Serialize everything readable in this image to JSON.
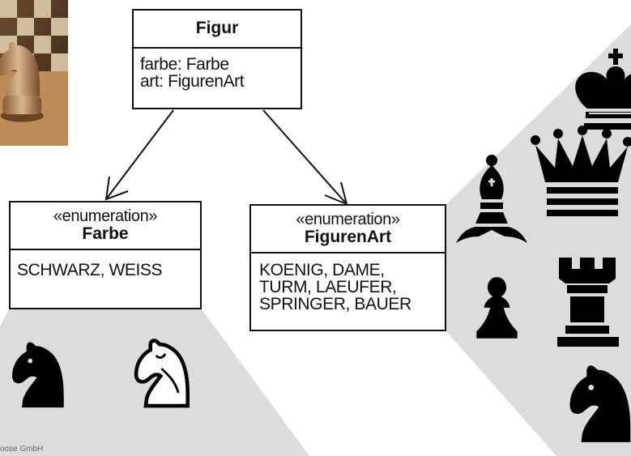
{
  "diagram": {
    "classes": {
      "figur": {
        "name": "Figur",
        "attributes": "farbe: Farbe\nart: FigurenArt"
      },
      "farbe": {
        "stereotype": "«enumeration»",
        "name": "Farbe",
        "literals": "SCHWARZ, WEISS"
      },
      "figurenart": {
        "stereotype": "«enumeration»",
        "name": "FigurenArt",
        "literals": "KOENIG, DAME,\nTURM, LAEUFER,\nSPRINGER, BAUER"
      }
    },
    "associations": [
      {
        "from": "Figur",
        "to": "Farbe",
        "kind": "navigable-association"
      },
      {
        "from": "Figur",
        "to": "FigurenArt",
        "kind": "navigable-association"
      }
    ]
  },
  "illustrations": {
    "photo": "chessboard-knight-photo",
    "farbe_pieces": [
      "black-knight-icon",
      "white-knight-icon"
    ],
    "figurenart_pieces": [
      "king-icon",
      "bishop-icon",
      "queen-icon",
      "pawn-icon",
      "rook-icon",
      "knight-icon"
    ]
  },
  "footer": {
    "copyright": "oose GmbH"
  },
  "colors": {
    "line": "#111111",
    "panel": "#dcdcdc",
    "piece_black": "#000000",
    "piece_white": "#ffffff"
  }
}
